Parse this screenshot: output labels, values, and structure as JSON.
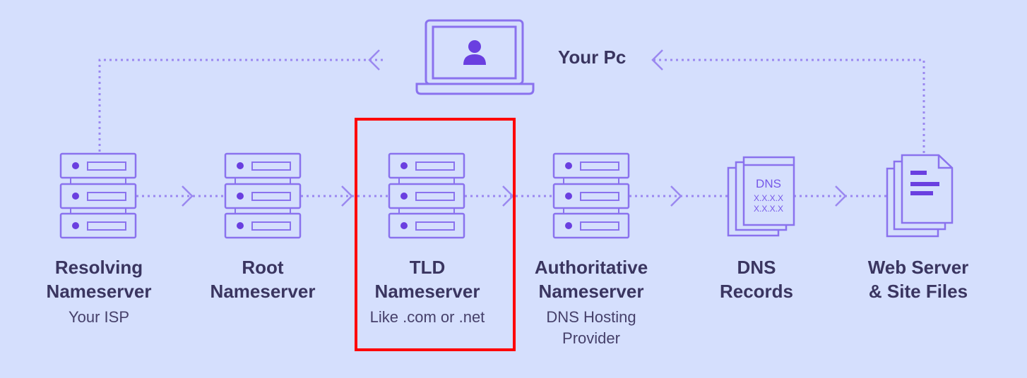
{
  "pc": {
    "label": "Your Pc"
  },
  "nodes": [
    {
      "title1": "Resolving",
      "title2": "Nameserver",
      "sub1": "Your ISP",
      "sub2": ""
    },
    {
      "title1": "Root",
      "title2": "Nameserver",
      "sub1": "",
      "sub2": ""
    },
    {
      "title1": "TLD",
      "title2": "Nameserver",
      "sub1": "Like .com or .net",
      "sub2": ""
    },
    {
      "title1": "Authoritative",
      "title2": "Nameserver",
      "sub1": "DNS Hosting",
      "sub2": "Provider"
    },
    {
      "title1": "DNS",
      "title2": "Records",
      "sub1": "",
      "sub2": ""
    },
    {
      "title1": "Web Server",
      "title2": "& Site Files",
      "sub1": "",
      "sub2": ""
    }
  ],
  "dns_doc": {
    "heading": "DNS",
    "line1": "X.X.X.X",
    "line2": "X.X.X.X"
  },
  "highlighted_node": "TLD Nameserver",
  "colors": {
    "background": "#d5dffd",
    "stroke": "#8a72ee",
    "accent": "#6a3fe0",
    "text": "#3a3560",
    "highlight": "#ff0000"
  }
}
